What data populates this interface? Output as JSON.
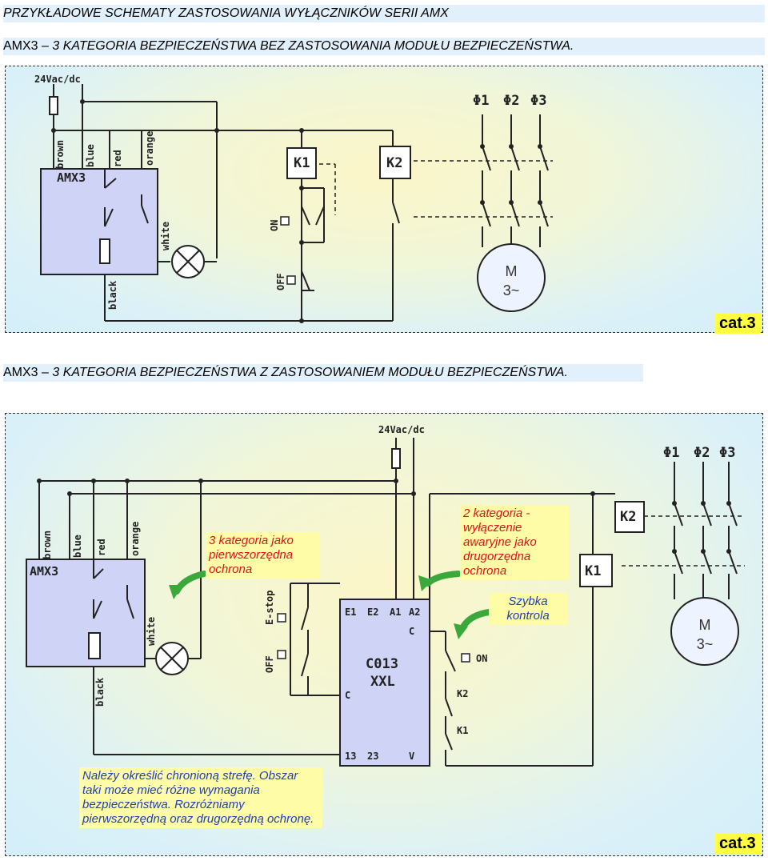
{
  "header": {
    "title": "PRZYKŁADOWE SCHEMATY ZASTOSOWANIA WYŁĄCZNIKÓW SERII AMX"
  },
  "section1": {
    "lead": "AMX3 – ",
    "subtitle": "3 KATEGORIA BEZPIECZEŃSTWA BEZ ZASTOSOWANIA MODUŁU BEZPIECZEŃSTWA.",
    "supply": "24Vac/dc",
    "device": "AMX3",
    "wires": [
      "brown",
      "blue",
      "red",
      "orange",
      "white",
      "black"
    ],
    "k1": "K1",
    "k2": "K2",
    "on": "ON",
    "off": "OFF",
    "phases": [
      "Φ1",
      "Φ2",
      "Φ3"
    ],
    "motor": [
      "M",
      "3~"
    ],
    "badge": "cat.3"
  },
  "section2": {
    "lead": "AMX3 – ",
    "subtitle": "3 KATEGORIA BEZPIECZEŃSTWA Z ZASTOSOWANIEM MODUŁU BEZPIECZEŃSTWA.",
    "supply": "24Vac/dc",
    "device": "AMX3",
    "wires": [
      "brown",
      "blue",
      "red",
      "orange",
      "white",
      "black"
    ],
    "phases": [
      "Φ1",
      "Φ2",
      "Φ3"
    ],
    "k1": "K1",
    "k2": "K2",
    "estop": "E-stop",
    "off": "OFF",
    "on": "ON",
    "module": [
      "C013",
      "XXL"
    ],
    "module_pins_top": [
      "E1",
      "E2",
      "A1",
      "A2"
    ],
    "module_pins_bottom": [
      "13",
      "23",
      "V"
    ],
    "module_pin_c_left": "C",
    "module_pin_c_right": "C",
    "contact_k2": "K2",
    "contact_k1": "K1",
    "motor": [
      "M",
      "3~"
    ],
    "note_primary": "3 kategoria jako pierwszorzędna ochrona",
    "note_secondary": "2 kategoria - wyłączenie awaryjne jako drugorzędna ochrona",
    "note_fast": "Szybka kontrola",
    "note_zone": "Należy określić chronioną strefę. Obszar taki może mieć różne wymagania bezpieczeństwa. Rozróżniamy pierwszorzędną oraz drugorzędną ochronę.",
    "badge": "cat.3"
  }
}
